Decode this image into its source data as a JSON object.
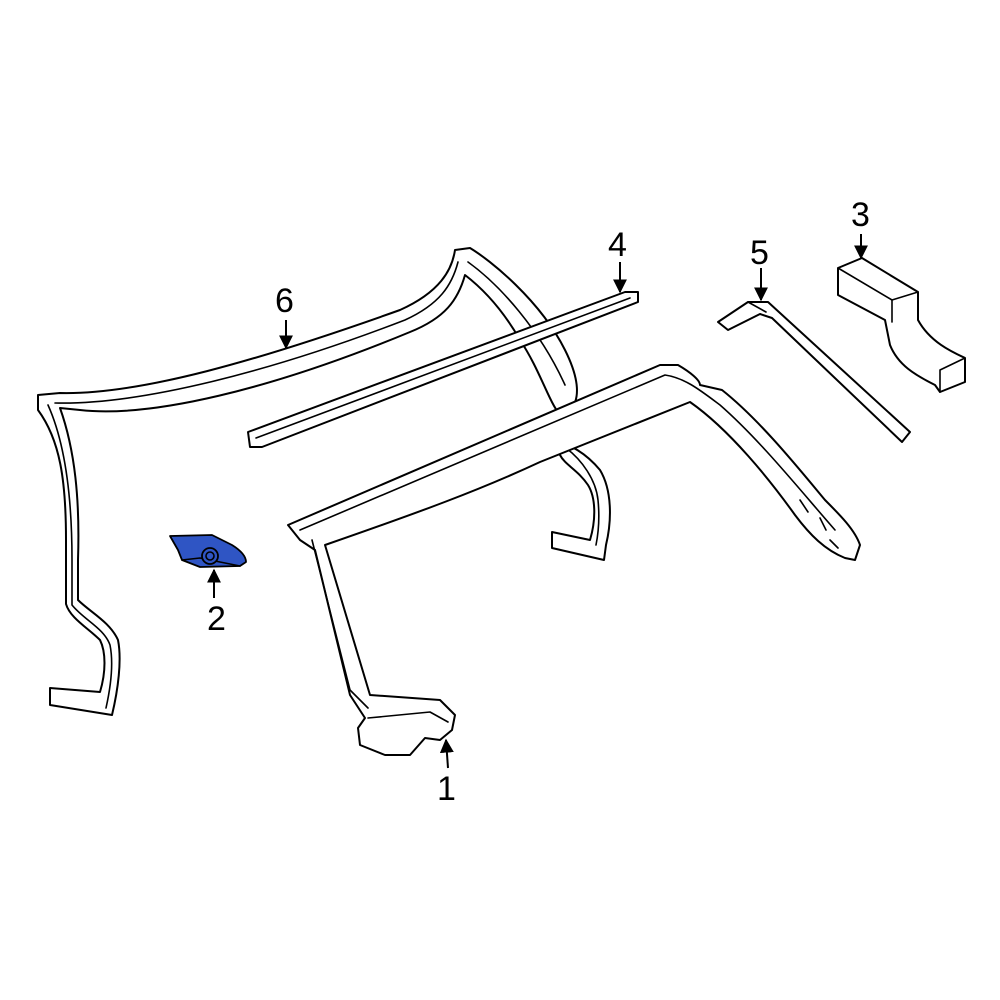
{
  "diagram": {
    "highlight_color": "#2f55c4",
    "line_color": "#000000",
    "background": "#ffffff",
    "callouts": [
      {
        "id": "1",
        "label": "1"
      },
      {
        "id": "2",
        "label": "2"
      },
      {
        "id": "3",
        "label": "3"
      },
      {
        "id": "4",
        "label": "4"
      },
      {
        "id": "5",
        "label": "5"
      },
      {
        "id": "6",
        "label": "6"
      }
    ]
  }
}
